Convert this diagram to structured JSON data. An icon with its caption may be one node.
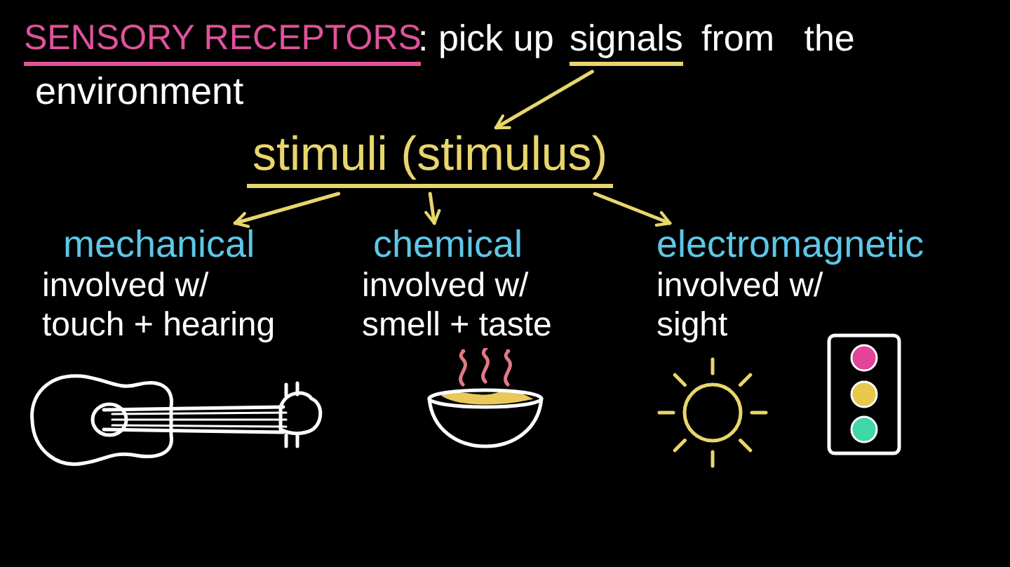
{
  "diagram": {
    "title": "SENSORY RECEPTORS",
    "nodes": [
      {
        "text": [
          "signals"
        ]
      },
      {
        "text": [
          "stimuli (stimulus)"
        ]
      },
      {
        "text": [
          "mechanical",
          "involved w/ touch + hearing"
        ]
      },
      {
        "text": [
          "chemical",
          "involved w/ smell + taste"
        ]
      },
      {
        "text": [
          "electromagnetic",
          "involved w/ sight"
        ]
      }
    ],
    "edges": [
      {
        "from": 0,
        "to": 1,
        "arrow": "to"
      },
      {
        "from": 1,
        "to": 2,
        "arrow": "to"
      },
      {
        "from": 1,
        "to": 3,
        "arrow": "to"
      },
      {
        "from": 1,
        "to": 4,
        "arrow": "to"
      }
    ],
    "labels": [
      ": pick up",
      "from the",
      "environment"
    ]
  }
}
